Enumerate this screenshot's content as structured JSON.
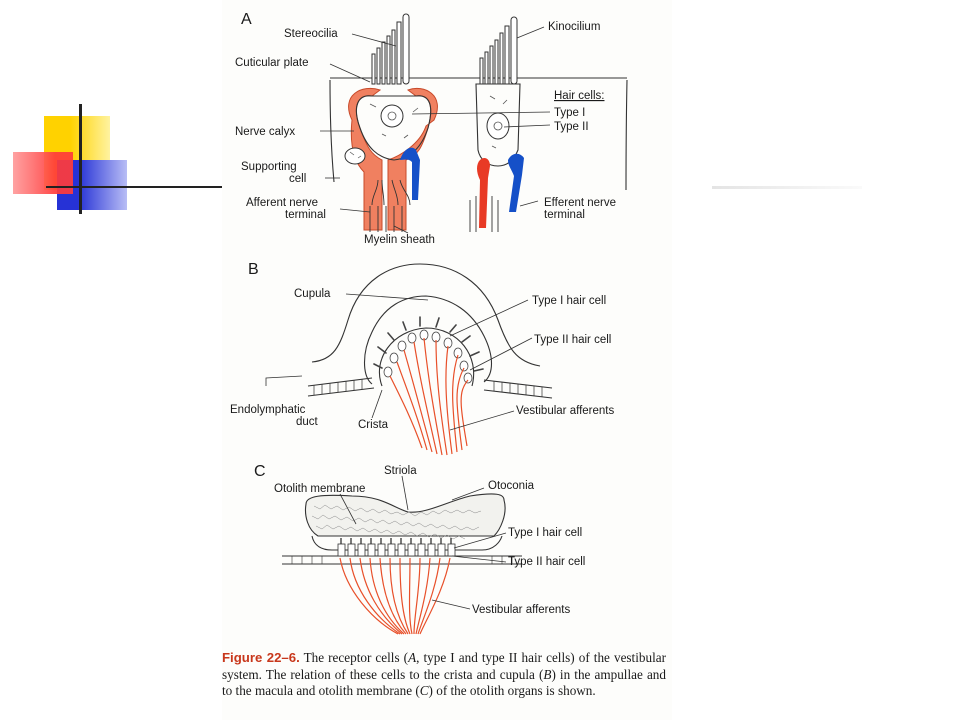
{
  "colors": {
    "deco_yellow": "#ffd200",
    "deco_red": "#ff3b3b",
    "deco_blue": "#2632d6",
    "deco_line": "#222222",
    "afferent": "#f08060",
    "afferent_stroke": "#c84a2a",
    "efferent": "#1550c8",
    "ink": "#333333"
  },
  "panel_a": {
    "letter": "A",
    "labels": {
      "stereocilia": "Stereocilia",
      "cuticular_plate": "Cuticular plate",
      "nerve_calyx": "Nerve calyx",
      "supporting_cell_1": "Supporting",
      "supporting_cell_2": "cell",
      "afferent_1": "Afferent nerve",
      "afferent_2": "terminal",
      "myelin_sheath": "Myelin sheath",
      "kinocilium": "Kinocilium",
      "hair_cells": "Hair cells:",
      "type_1": "Type I",
      "type_2": "Type II",
      "efferent_1": "Efferent nerve",
      "efferent_2": "terminal"
    }
  },
  "panel_b": {
    "letter": "B",
    "labels": {
      "cupula": "Cupula",
      "type_1_hair_cell": "Type I hair cell",
      "type_2_hair_cell": "Type II hair cell",
      "endolymphatic_1": "Endolymphatic",
      "endolymphatic_2": "duct",
      "crista": "Crista",
      "vestibular_afferents": "Vestibular afferents"
    }
  },
  "panel_c": {
    "letter": "C",
    "labels": {
      "striola": "Striola",
      "otolith_membrane": "Otolith membrane",
      "otoconia": "Otoconia",
      "type_1_hair_cell": "Type I hair cell",
      "type_2_hair_cell": "Type II hair cell",
      "vestibular_afferents": "Vestibular afferents"
    }
  },
  "caption": {
    "label": "Figure 22–6.",
    "part1": " The receptor cells (",
    "a": "A",
    "part2": ", type I and type II hair cells) of the vestibular system. The relation of these cells to the crista and cupula (",
    "b": "B",
    "part3": ") in the ampullae and to the macula and otolith membrane (",
    "c": "C",
    "part4": ") of the otolith organs is shown."
  }
}
